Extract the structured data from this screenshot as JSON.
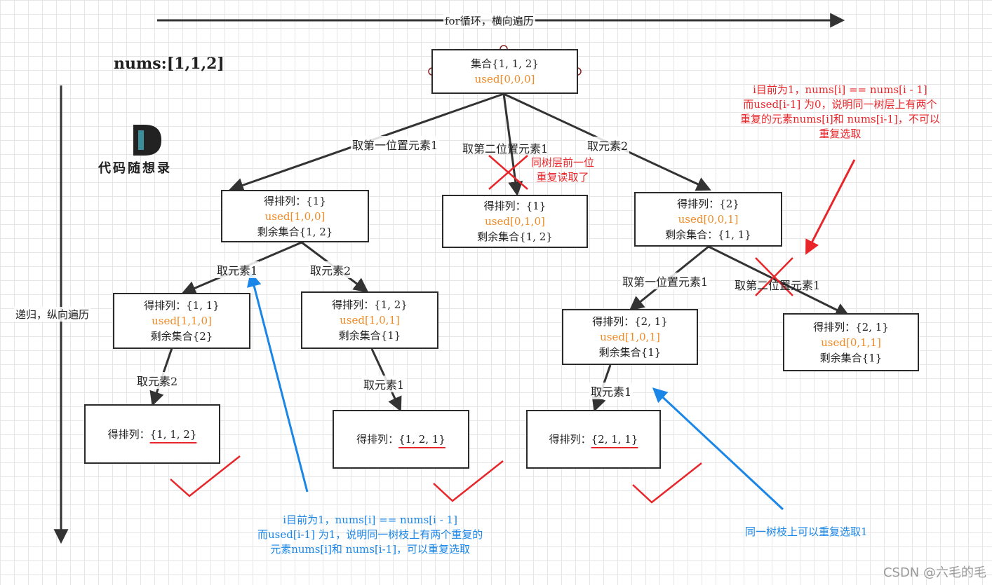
{
  "axis_h_label": "for循环，横向遍历",
  "axis_v_label": "递归，纵向遍历",
  "title": "nums:[1,1,2]",
  "logo": {
    "text": "代码随想录",
    "letter": "D"
  },
  "nodes": {
    "root": {
      "l1": "集合{1, 1, 2}",
      "l2": "used[0,0,0]"
    },
    "n1": {
      "l1": "得排列：{1}",
      "l2": "used[1,0,0]",
      "l3": "剩余集合{1, 2}"
    },
    "n2": {
      "l1": "得排列：{1}",
      "l2": "used[0,1,0]",
      "l3": "剩余集合{1, 2}"
    },
    "n3": {
      "l1": "得排列：{2}",
      "l2": "used[0,0,1]",
      "l3": "剩余集合：{1, 1}"
    },
    "n11": {
      "l1": "得排列：{1, 1}",
      "l2": "used[1,1,0]",
      "l3": "剩余集合{2}"
    },
    "n12": {
      "l1": "得排列：{1, 2}",
      "l2": "used[1,0,1]",
      "l3": "剩余集合{1}"
    },
    "n31": {
      "l1": "得排列：{2, 1}",
      "l2": "used[1,0,1]",
      "l3": "剩余集合{1}"
    },
    "n32": {
      "l1": "得排列：{2, 1}",
      "l2": "used[0,1,1]",
      "l3": "剩余集合{1}"
    },
    "r1": {
      "prefix": "得排列：",
      "val": "{1, 1, 2}"
    },
    "r2": {
      "prefix": "得排列：",
      "val": "{1, 2, 1}"
    },
    "r3": {
      "prefix": "得排列：",
      "val": "{2, 1, 1}"
    }
  },
  "edge_labels": {
    "e1": "取第一位置元素1",
    "e2": "取第二位置元素1",
    "e3": "取元素2",
    "e11": "取元素1",
    "e12": "取元素2",
    "e31": "取第一位置元素1",
    "e32": "取第二位置元素1",
    "e111": "取元素2",
    "e121": "取元素1",
    "e311": "取元素1"
  },
  "notes": {
    "red_top": [
      "i目前为1，nums[i] == nums[i - 1]",
      "而used[i-1] 为0，说明同一树层上有两个",
      "重复的元素nums[i]和 nums[i-1]，不可以",
      "重复选取"
    ],
    "red_mid": [
      "同树层前一位",
      "重复读取了"
    ],
    "blue_left": [
      "i目前为1，nums[i] == nums[i - 1]",
      "而used[i-1] 为1，说明同一树枝上有两个重复的",
      "元素nums[i]和 nums[i-1]，可以重复选取"
    ],
    "blue_right": "同一树枝上可以重复选取1"
  },
  "watermark": "CSDN @六毛的毛",
  "colors": {
    "red": "#e8262a",
    "blue": "#1a86e8",
    "orange": "#f08a24",
    "line": "#333333"
  }
}
